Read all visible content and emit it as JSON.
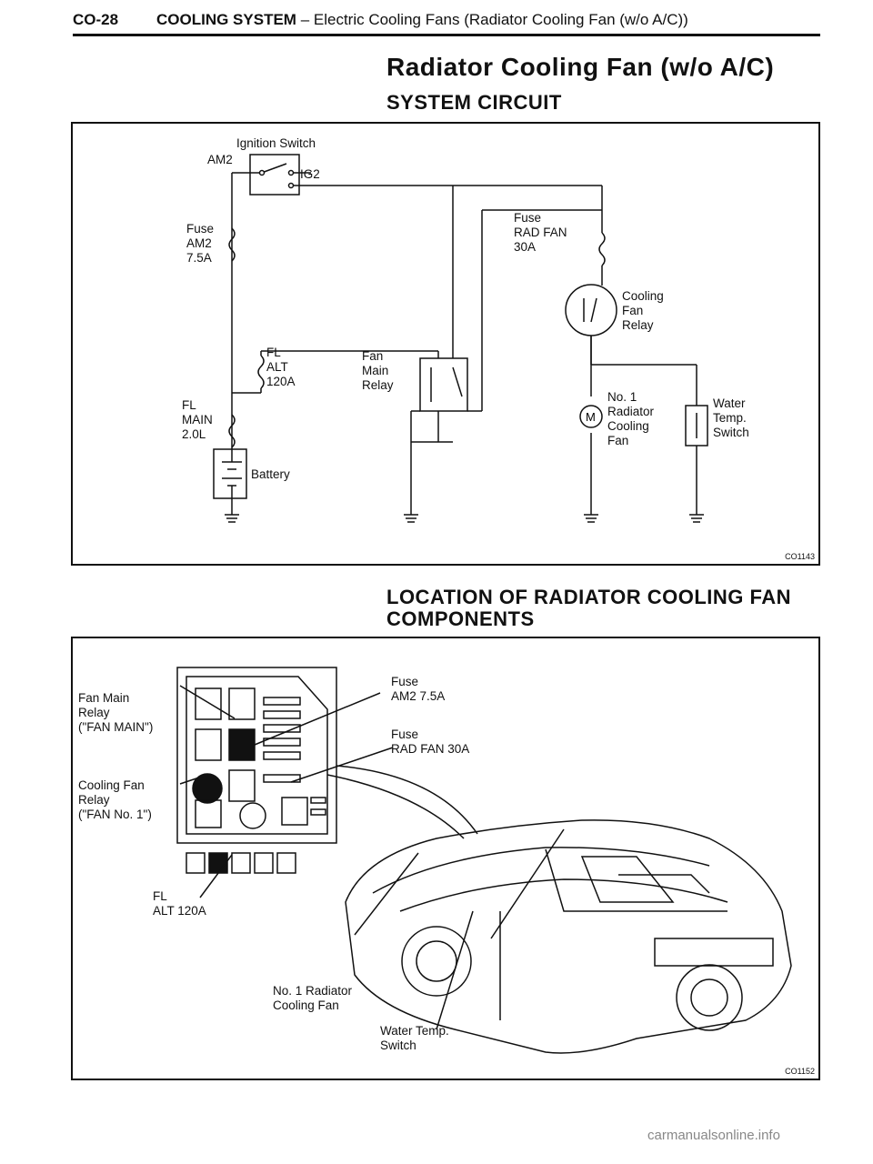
{
  "header": {
    "page_code": "CO-28",
    "section": "COOLING SYSTEM",
    "subtitle": " – Electric Cooling Fans (Radiator Cooling Fan (w/o A/C))"
  },
  "title": "Radiator Cooling Fan (w/o A/C)",
  "circuit": {
    "heading": "SYSTEM CIRCUIT",
    "ignition_switch": "Ignition Switch",
    "am2": "AM2",
    "ig2": "IG2",
    "fuse_am2": "Fuse\nAM2\n7.5A",
    "fl_alt": "FL\nALT\n120A",
    "fl_main": "FL\nMAIN\n2.0L",
    "battery": "Battery",
    "fan_main_relay": "Fan\nMain\nRelay",
    "fuse_rad_fan": "Fuse\nRAD FAN\n30A",
    "cooling_fan_relay": "Cooling\nFan\nRelay",
    "radiator_fan": "No. 1\nRadiator\nCooling\nFan",
    "water_temp_switch": "Water\nTemp.\nSwitch",
    "motor_symbol": "M",
    "figure_code": "CO1143"
  },
  "location": {
    "heading": "LOCATION OF RADIATOR COOLING FAN\nCOMPONENTS",
    "fan_main_relay": "Fan Main\nRelay\n(\"FAN MAIN\")",
    "cooling_fan_relay": "Cooling Fan\nRelay\n(\"FAN No. 1\")",
    "fl_alt": "FL\nALT 120A",
    "fuse_am2": "Fuse\nAM2 7.5A",
    "fuse_rad_fan": "Fuse\nRAD FAN 30A",
    "radiator_fan": "No. 1 Radiator\nCooling Fan",
    "water_temp_switch": "Water Temp.\nSwitch",
    "figure_code": "CO1152"
  },
  "footer": "carmanualsonline.info"
}
